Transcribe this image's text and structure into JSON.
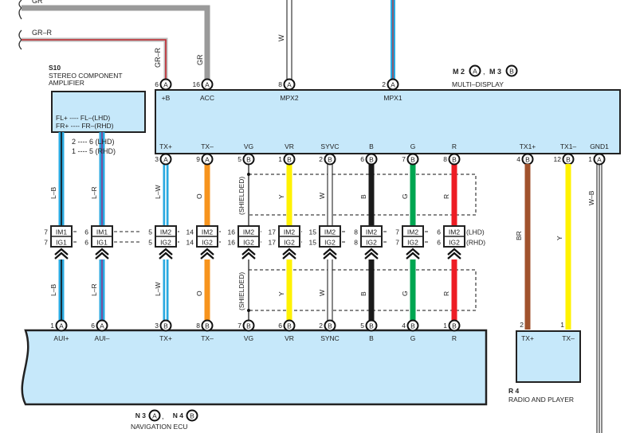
{
  "colors": {
    "box_fill": "#c6e8fa",
    "L": "#29a9e0",
    "O": "#f7941d",
    "Y": "#fff200",
    "B": "#1a1a1a",
    "G": "#00a651",
    "R": "#ed1c24",
    "BR": "#a0522d",
    "GR": "#9a9a9a",
    "W": "#ffffff"
  },
  "top_wires": {
    "gr": "GR",
    "gr_r": "GR–R",
    "gr_r_vertical": "GR–R",
    "gr_vertical": "GR",
    "w": "W"
  },
  "multi_display": {
    "code_a": "M 2",
    "conn_a": "A",
    "code_b": "M 3",
    "conn_b": "B",
    "separator": ",",
    "name": "MULTI–DISPLAY",
    "top_pins": [
      {
        "pin": "6",
        "conn": "A",
        "label": "+B"
      },
      {
        "pin": "16",
        "conn": "A",
        "label": "ACC"
      },
      {
        "pin": "8",
        "conn": "A",
        "label": "MPX2"
      },
      {
        "pin": "2",
        "conn": "A",
        "label": "MPX1"
      }
    ],
    "bottom_pins": [
      {
        "pin": "3",
        "conn": "A",
        "label": "TX+"
      },
      {
        "pin": "9",
        "conn": "A",
        "label": "TX–"
      },
      {
        "pin": "5",
        "conn": "B",
        "label": "VG"
      },
      {
        "pin": "1",
        "conn": "B",
        "label": "VR"
      },
      {
        "pin": "2",
        "conn": "B",
        "label": "SYVC"
      },
      {
        "pin": "6",
        "conn": "B",
        "label": "B"
      },
      {
        "pin": "7",
        "conn": "B",
        "label": "G"
      },
      {
        "pin": "8",
        "conn": "B",
        "label": "R"
      },
      {
        "pin": "4",
        "conn": "B",
        "label": "TX1+"
      },
      {
        "pin": "12",
        "conn": "B",
        "label": "TX1–"
      },
      {
        "pin": "1",
        "conn": "A",
        "label": "GND1"
      }
    ]
  },
  "amplifier": {
    "code": "S10",
    "name_line1": "STEREO COMPONENT",
    "name_line2": "AMPLIFIER",
    "internal_line1": "FL+ ---- FL–(LHD)",
    "internal_line2": "FR+ ---- FR–(RHD)",
    "pin_line1": "2 ---- 6 (LHD)",
    "pin_line2": "1 ---- 5 (RHD)"
  },
  "junctions": [
    {
      "num": "7",
      "im": "IM1",
      "ig": "IG1"
    },
    {
      "num": "6",
      "im": "IM1",
      "ig": "IG1"
    },
    {
      "num": "5",
      "im": "IM2",
      "ig": "IG2"
    },
    {
      "num": "14",
      "im": "IM2",
      "ig": "IG2"
    },
    {
      "num": "16",
      "im": "IM2",
      "ig": "IG2"
    },
    {
      "num": "17",
      "im": "IM2",
      "ig": "IG2"
    },
    {
      "num": "15",
      "im": "IM2",
      "ig": "IG2"
    },
    {
      "num": "8",
      "im": "IM2",
      "ig": "IG2"
    },
    {
      "num": "7",
      "im": "IM2",
      "ig": "IG2"
    },
    {
      "num": "6",
      "im": "IM2",
      "ig": "IG2"
    }
  ],
  "junction_suffix": {
    "lhd": "(LHD)",
    "rhd": "(RHD)"
  },
  "column_wires": [
    {
      "label": "L–B",
      "color": "L",
      "stripe": "#111"
    },
    {
      "label": "L–R",
      "color": "L",
      "stripe": "#8b3a8b"
    },
    {
      "label": "L–W",
      "color": "L",
      "stripe": "#ffffff"
    },
    {
      "label": "O",
      "color": "O"
    },
    {
      "label": "(SHIELDED)",
      "color": "shield"
    },
    {
      "label": "Y",
      "color": "Y"
    },
    {
      "label": "W",
      "color": "W"
    },
    {
      "label": "B",
      "color": "B"
    },
    {
      "label": "G",
      "color": "G"
    },
    {
      "label": "R",
      "color": "R"
    }
  ],
  "right_wires": [
    {
      "label": "BR",
      "color": "BR"
    },
    {
      "label": "Y",
      "color": "Y"
    },
    {
      "label": "W–B",
      "color": "WB"
    }
  ],
  "navigation_ecu": {
    "code_a": "N 3",
    "conn_a": "A",
    "code_b": "N 4",
    "conn_b": "B",
    "separator": ",",
    "name": "NAVIGATION ECU",
    "pins": [
      {
        "pin": "1",
        "conn": "A",
        "label": "AUI+"
      },
      {
        "pin": "6",
        "conn": "A",
        "label": "AUI–"
      },
      {
        "pin": "3",
        "conn": "B",
        "label": "TX+"
      },
      {
        "pin": "8",
        "conn": "B",
        "label": "TX–"
      },
      {
        "pin": "7",
        "conn": "B",
        "label": "VG"
      },
      {
        "pin": "6",
        "conn": "B",
        "label": "VR"
      },
      {
        "pin": "2",
        "conn": "B",
        "label": "SYNC"
      },
      {
        "pin": "5",
        "conn": "B",
        "label": "B"
      },
      {
        "pin": "4",
        "conn": "B",
        "label": "G"
      },
      {
        "pin": "1",
        "conn": "B",
        "label": "R"
      }
    ]
  },
  "radio": {
    "code": "R 4",
    "name": "RADIO AND PLAYER",
    "pins": [
      {
        "pin": "2",
        "label": "TX+"
      },
      {
        "pin": "1",
        "label": "TX–"
      }
    ]
  }
}
